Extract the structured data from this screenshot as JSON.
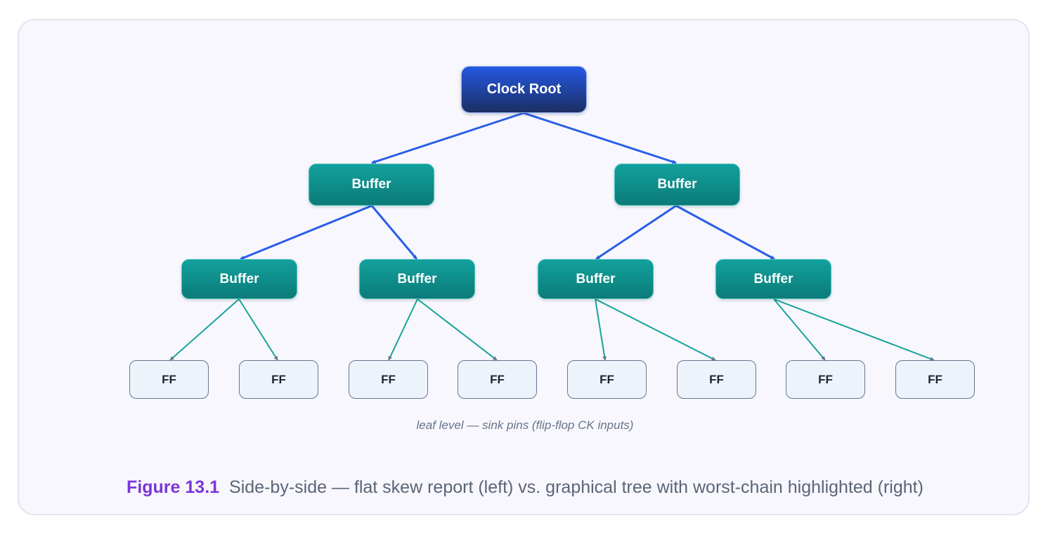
{
  "root": {
    "label": "Clock Root"
  },
  "level1": [
    {
      "label": "Buffer"
    },
    {
      "label": "Buffer"
    }
  ],
  "level2": [
    {
      "label": "Buffer"
    },
    {
      "label": "Buffer"
    },
    {
      "label": "Buffer"
    },
    {
      "label": "Buffer"
    }
  ],
  "leaves": [
    {
      "label": "FF"
    },
    {
      "label": "FF"
    },
    {
      "label": "FF"
    },
    {
      "label": "FF"
    },
    {
      "label": "FF"
    },
    {
      "label": "FF"
    },
    {
      "label": "FF"
    },
    {
      "label": "FF"
    }
  ],
  "leaf_note": "leaf level — sink pins (flip-flop CK inputs)",
  "caption": {
    "figure_label": "Figure 13.1",
    "text": "Side-by-side — flat skew report (left) vs. graphical tree with worst-chain highlighted (right)"
  },
  "colors": {
    "root_fill": "#1f4fd6",
    "buffer_fill": "#0e8f8b",
    "ff_fill": "#edf3fb",
    "upper_edge": "#2b5ee8",
    "lower_edge": "#17a399",
    "lower_arrowhead": "#66758a",
    "figure_label": "#7b35d9"
  }
}
